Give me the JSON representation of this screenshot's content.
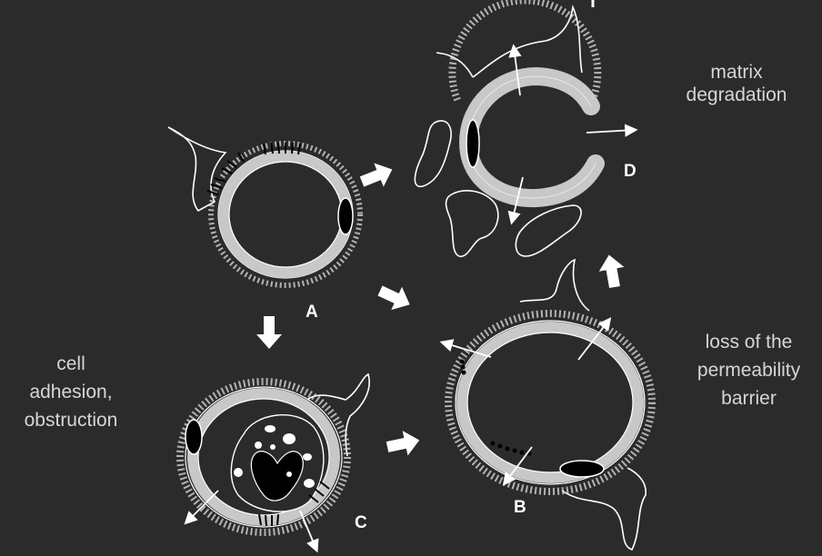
{
  "labels": {
    "matrix_line1": "matrix",
    "matrix_line2": "degradation",
    "permeability_line1": "loss of the",
    "permeability_line2": "permeability",
    "permeability_line3": "barrier",
    "adhesion_line1": "cell",
    "adhesion_line2": "adhesion,",
    "adhesion_line3": "obstruction"
  },
  "panels": {
    "a": "A",
    "b": "B",
    "c": "C",
    "d": "D"
  },
  "colors": {
    "background": "#2b2b2b",
    "vessel_wall": "#c8c8c8",
    "outline": "#ffffff",
    "label_text": "#d6d6d6"
  }
}
